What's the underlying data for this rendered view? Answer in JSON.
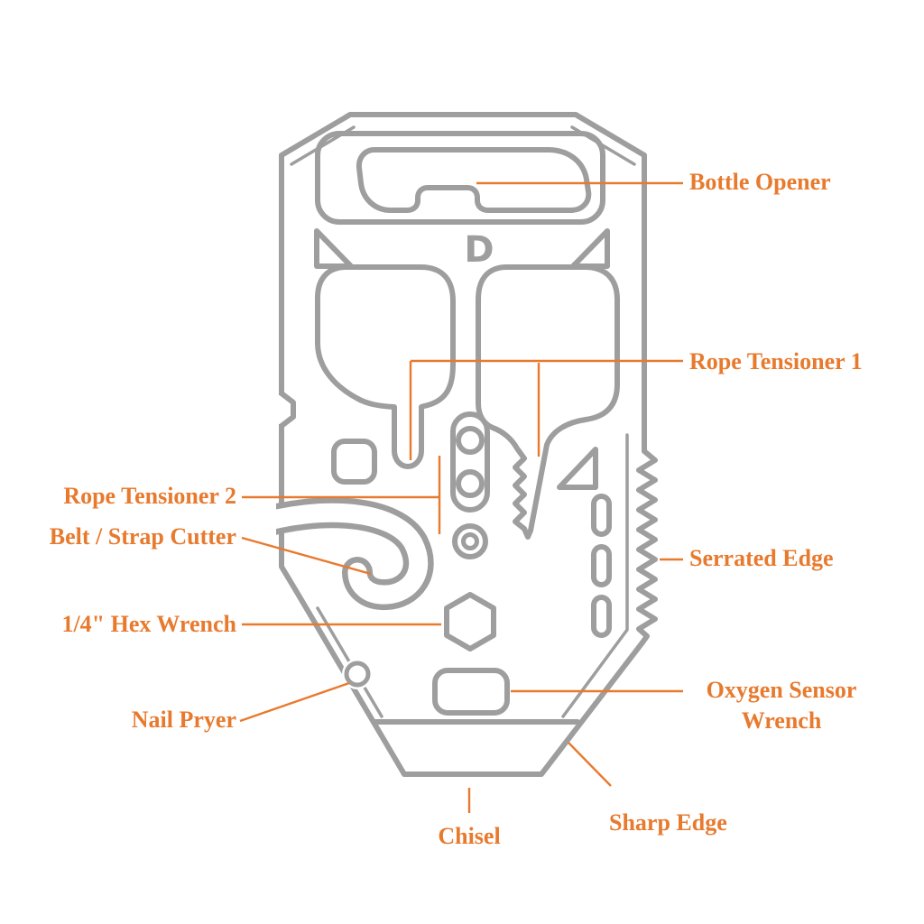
{
  "theme": {
    "accent": "#e87a2e",
    "line": "#9e9e9e",
    "background": "#ffffff"
  },
  "logo": {
    "text": "D"
  },
  "labels": {
    "bottle_opener": "Bottle Opener",
    "rope_tensioner_1": "Rope Tensioner 1",
    "rope_tensioner_2": "Rope Tensioner 2",
    "belt_strap_cutter": "Belt / Strap Cutter",
    "serrated_edge": "Serrated Edge",
    "hex_wrench": "1/4\" Hex Wrench",
    "oxygen_sensor_wrench": "Oxygen Sensor Wrench",
    "nail_pryer": "Nail Pryer",
    "chisel": "Chisel",
    "sharp_edge": "Sharp Edge"
  }
}
